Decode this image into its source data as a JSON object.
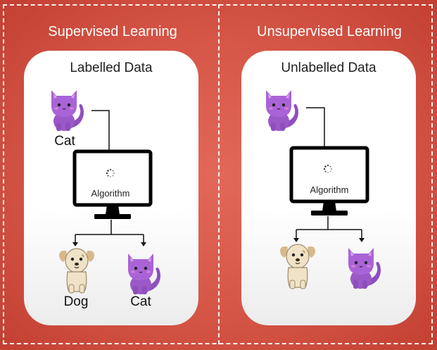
{
  "left": {
    "title": "Supervised Learning",
    "card_title": "Labelled Data",
    "input_label": "Cat",
    "algorithm_label": "Algorithm",
    "outputs": [
      "Dog",
      "Cat"
    ]
  },
  "right": {
    "title": "Unsupervised Learning",
    "card_title": "Unlabelled Data",
    "algorithm_label": "Algorithm"
  },
  "colors": {
    "background": "#d55647",
    "cat": "#9b59c8",
    "dog": "#f2e6cf",
    "monitor": "#000000"
  },
  "icons": [
    "cat-icon",
    "dog-icon",
    "monitor-icon",
    "loading-spinner-icon"
  ]
}
